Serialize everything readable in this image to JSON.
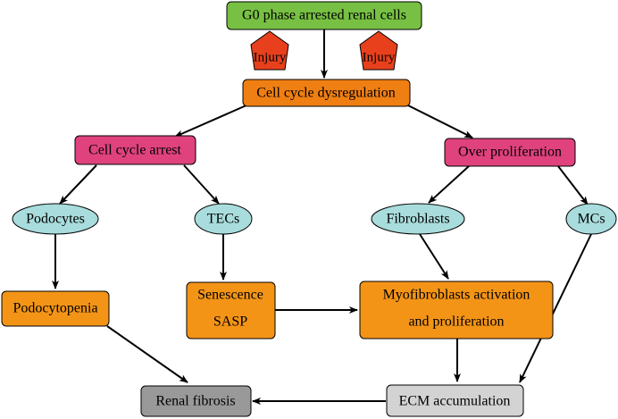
{
  "diagram": {
    "nodes": {
      "g0": {
        "label": "G0 phase arrested renal cells",
        "color": "#77C043"
      },
      "injury_left": {
        "label": "Injury",
        "color": "#E8401C"
      },
      "injury_right": {
        "label": "Injury",
        "color": "#E8401C"
      },
      "dysregulation": {
        "label": "Cell cycle dysregulation",
        "color": "#F07F13"
      },
      "arrest": {
        "label": "Cell cycle arrest",
        "color": "#E0427E"
      },
      "overprolif": {
        "label": "Over proliferation",
        "color": "#E0427E"
      },
      "podocytes": {
        "label": "Podocytes",
        "color": "#A9DCDC"
      },
      "tecs": {
        "label": "TECs",
        "color": "#A9DCDC"
      },
      "fibroblasts": {
        "label": "Fibroblasts",
        "color": "#A9DCDC"
      },
      "mcs": {
        "label": "MCs",
        "color": "#A9DCDC"
      },
      "podocytopenia": {
        "label": "Podocytopenia",
        "color": "#F39417"
      },
      "senescence": {
        "line1": "Senescence",
        "line2": "SASP",
        "color": "#F39417"
      },
      "myofibroblasts": {
        "line1": "Myofibroblasts activation",
        "line2": "and proliferation",
        "color": "#F39417"
      },
      "fibrosis": {
        "label": "Renal fibrosis",
        "color": "#999999"
      },
      "ecm": {
        "label": "ECM accumulation",
        "color": "#D3D3D3"
      }
    },
    "edges": [
      [
        "g0",
        "dysregulation"
      ],
      [
        "dysregulation",
        "arrest"
      ],
      [
        "dysregulation",
        "overprolif"
      ],
      [
        "arrest",
        "podocytes"
      ],
      [
        "arrest",
        "tecs"
      ],
      [
        "overprolif",
        "fibroblasts"
      ],
      [
        "overprolif",
        "mcs"
      ],
      [
        "podocytes",
        "podocytopenia"
      ],
      [
        "tecs",
        "senescence"
      ],
      [
        "fibroblasts",
        "myofibroblasts"
      ],
      [
        "senescence",
        "myofibroblasts"
      ],
      [
        "podocytopenia",
        "fibrosis"
      ],
      [
        "myofibroblasts",
        "ecm"
      ],
      [
        "mcs",
        "ecm"
      ],
      [
        "ecm",
        "fibrosis"
      ]
    ]
  }
}
